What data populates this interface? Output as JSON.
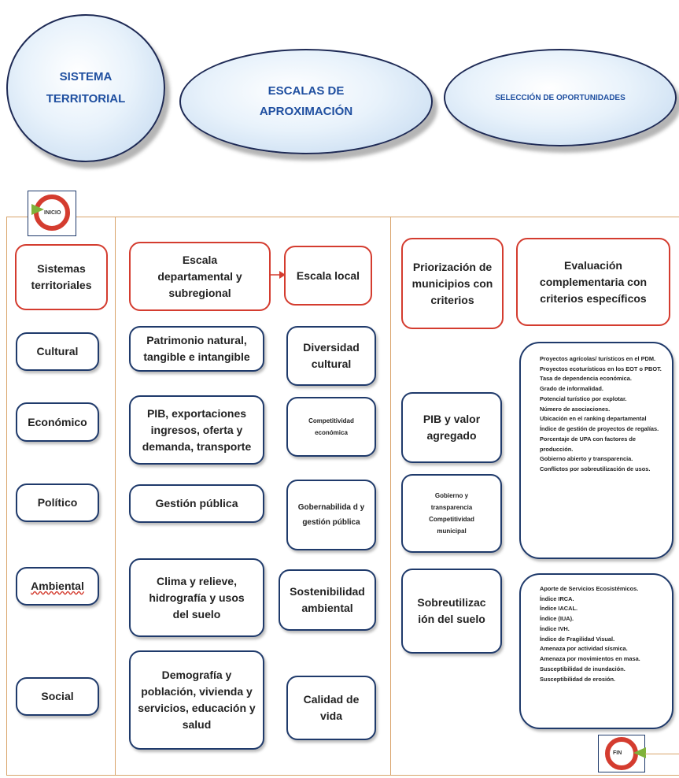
{
  "header": {
    "oval1": {
      "line1": "SISTEMA",
      "line2": "TERRITORIAL"
    },
    "oval2": {
      "line1": "ESCALAS DE",
      "line2": "APROXIMACIÓN"
    },
    "oval3": {
      "label": "SELECCIÓN DE OPORTUNIDADES"
    }
  },
  "start": {
    "label": "INICIO"
  },
  "end": {
    "label": "FIN"
  },
  "col1": {
    "header": "Sistemas territoriales",
    "items": [
      "Cultural",
      "Económico",
      "Político",
      "Ambiental",
      "Social"
    ]
  },
  "col2": {
    "header": "Escala departamental y subregional",
    "items": [
      "Patrimonio natural, tangible e intangible",
      "PIB, exportaciones ingresos, oferta y demanda, transporte",
      "Gestión pública",
      "Clima y relieve, hidrografía y usos del suelo",
      "Demografía y población, vivienda y servicios, educación y salud"
    ]
  },
  "col3": {
    "header": "Escala local",
    "items": [
      "Diversidad cultural",
      "Competitividad económica",
      "Gobernabilida d y gestión pública",
      "Sostenibilidad ambiental",
      "Calidad de vida"
    ]
  },
  "col4": {
    "header": "Priorización de municipios con criterios",
    "items": [
      "PIB y valor agregado",
      "Gobierno y transparencia Competitividad municipal",
      "Sobreutilizac ión del suelo"
    ]
  },
  "col5": {
    "header": "Evaluación complementaria con criterios específicos",
    "list1": [
      "Proyectos agrícolas/ turísticos en el PDM.",
      "Proyectos ecoturísticos en los EOT o PBOT.",
      "Tasa de dependencia económica.",
      "Grado de informalidad.",
      "Potencial turístico por explotar.",
      "Número de asociaciones.",
      "Ubicación en el ranking departamental",
      "Índice de gestión de proyectos de regalías.",
      "Porcentaje de UPA con factores de producción.",
      "Gobierno abierto y transparencia.",
      "Conflictos por sobreutilización de usos."
    ],
    "list2": [
      "Aporte de Servicios Ecosistémicos.",
      "Índice IRCA.",
      "Índice IACAL.",
      "Índice (IUA).",
      "Índice IVH.",
      "Índice de Fragilidad Visual.",
      "Amenaza por actividad sísmica.",
      "Amenaza por movimientos en masa.",
      "Susceptibilidad de inundación.",
      "Susceptibilidad de erosión."
    ]
  },
  "colors": {
    "red": "#d43c2f",
    "navy": "#1f3a6b",
    "oval_text": "#1f4fa0",
    "grid": "#d9a46b",
    "arrow": "#7fb23a"
  }
}
